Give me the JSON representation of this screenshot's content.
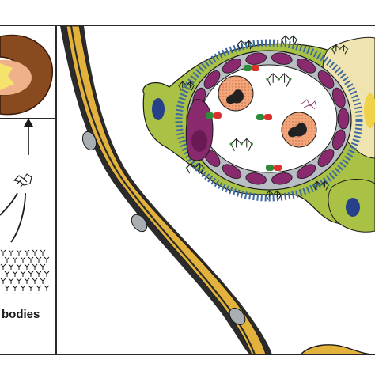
{
  "figure": {
    "left_panel_label": "bodies"
  },
  "colors": {
    "panel_border": "#2a2a2a",
    "vessel_dark": "#2b2b2b",
    "vessel_gold": "#e3b23c",
    "nucleus_gray": "#a9aeb3",
    "kidney_brown": "#8a4a20",
    "kidney_peach": "#f0b08a",
    "capsule_gray": "#b9bec4",
    "magenta": "#8a2a6e",
    "podocyte_green": "#a9c145",
    "mesangial_cream": "#efe4b0",
    "blue_dots": "#3f6aa0",
    "cell_orange": "#f3a679"
  },
  "icons": [
    "kidney-icon",
    "antibody-complex-icon",
    "antibody-cluster-icon",
    "blood-vessel",
    "glomerulus",
    "immune-cell-icon"
  ]
}
